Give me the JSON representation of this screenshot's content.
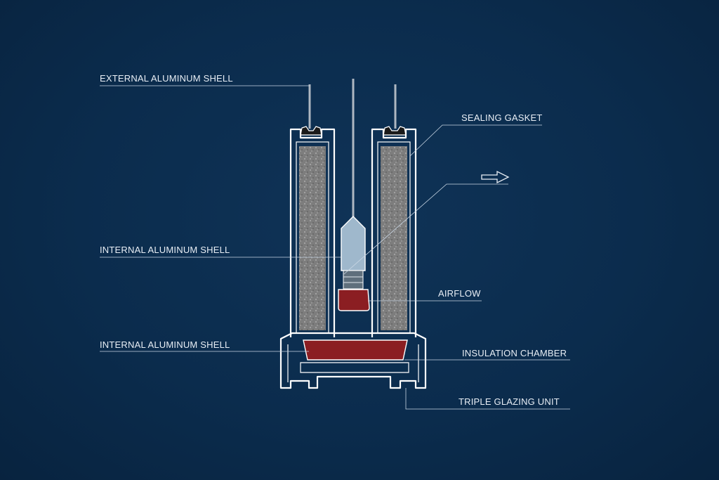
{
  "labels": {
    "external_shell": "EXTERNAL ALUMINUM SHELL",
    "internal_shell_upper": "INTERNAL ALUMINUM SHELL",
    "internal_shell_lower": "INTERNAL ALUMINUM SHELL",
    "sealing_gasket": "SEALING GASKET",
    "airflow": "AIRFLOW",
    "insulation_chamber": "INSULATION CHAMBER",
    "triple_glazing_unit": "TRIPLE GLAZING UNIT"
  },
  "colors": {
    "background": "#0b2c4d",
    "profile_outline": "#ffffff",
    "insulation_fill": "#8f8f8f",
    "thermal_break": "#8b1e22",
    "glass_fill": "#9fb8cc"
  }
}
